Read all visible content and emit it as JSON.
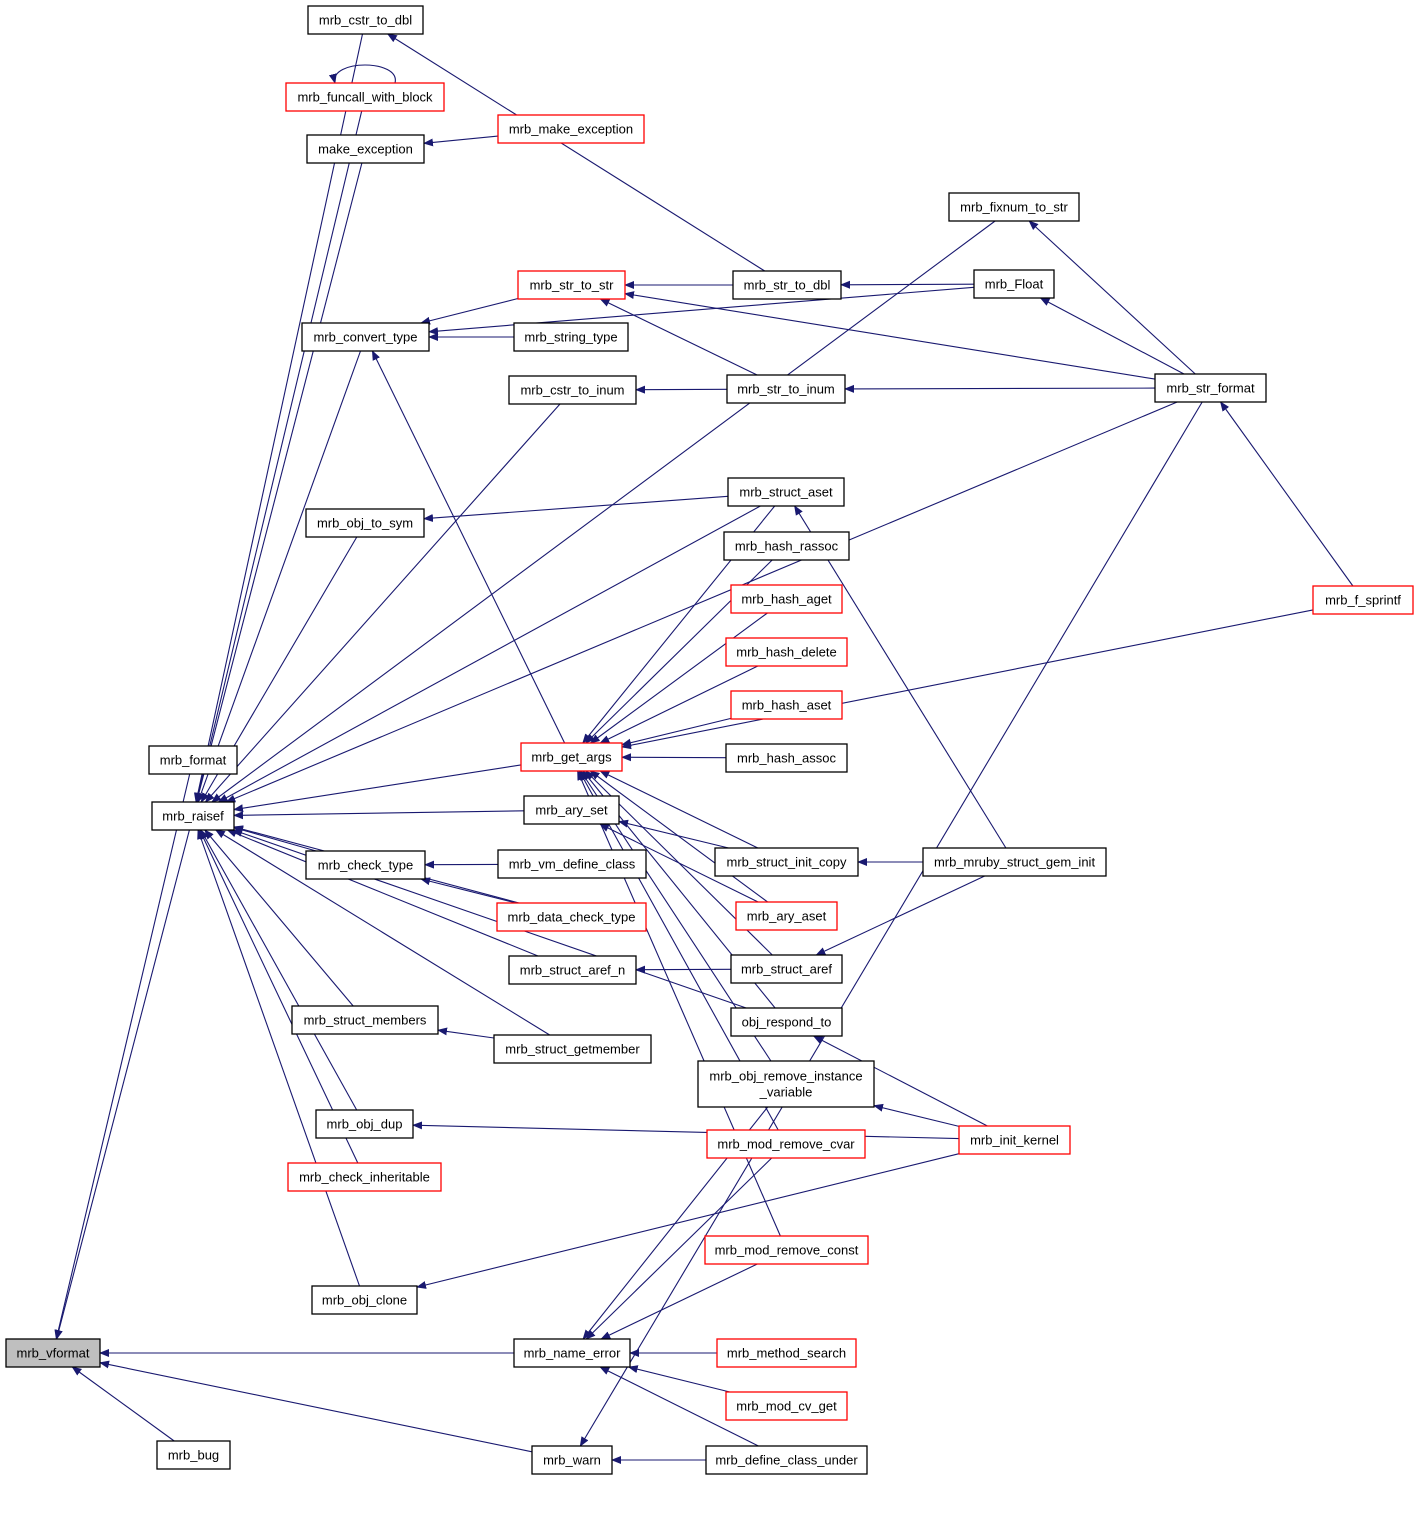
{
  "colors": {
    "edge": "#191970",
    "default_border": "#000000",
    "truncated_border": "#ff0000",
    "focus_fill": "#bfbfbf",
    "node_fill": "#ffffff"
  },
  "nodes": [
    {
      "id": "mrb_vformat",
      "label": "mrb_vformat",
      "focus": true
    },
    {
      "id": "mrb_format",
      "label": "mrb_format"
    },
    {
      "id": "mrb_raisef",
      "label": "mrb_raisef"
    },
    {
      "id": "mrb_bug",
      "label": "mrb_bug"
    },
    {
      "id": "mrb_cstr_to_dbl",
      "label": "mrb_cstr_to_dbl"
    },
    {
      "id": "mrb_funcall_with_block",
      "label": "mrb_funcall_with_block",
      "truncated": true
    },
    {
      "id": "make_exception",
      "label": "make_exception"
    },
    {
      "id": "mrb_convert_type",
      "label": "mrb_convert_type"
    },
    {
      "id": "mrb_obj_to_sym",
      "label": "mrb_obj_to_sym"
    },
    {
      "id": "mrb_check_type",
      "label": "mrb_check_type"
    },
    {
      "id": "mrb_struct_members",
      "label": "mrb_struct_members"
    },
    {
      "id": "mrb_obj_dup",
      "label": "mrb_obj_dup"
    },
    {
      "id": "mrb_check_inheritable",
      "label": "mrb_check_inheritable",
      "truncated": true
    },
    {
      "id": "mrb_obj_clone",
      "label": "mrb_obj_clone"
    },
    {
      "id": "mrb_make_exception",
      "label": "mrb_make_exception",
      "truncated": true
    },
    {
      "id": "mrb_str_to_str",
      "label": "mrb_str_to_str",
      "truncated": true
    },
    {
      "id": "mrb_string_type",
      "label": "mrb_string_type"
    },
    {
      "id": "mrb_cstr_to_inum",
      "label": "mrb_cstr_to_inum"
    },
    {
      "id": "mrb_get_args",
      "label": "mrb_get_args",
      "truncated": true
    },
    {
      "id": "mrb_ary_set",
      "label": "mrb_ary_set"
    },
    {
      "id": "mrb_vm_define_class",
      "label": "mrb_vm_define_class"
    },
    {
      "id": "mrb_data_check_type",
      "label": "mrb_data_check_type",
      "truncated": true
    },
    {
      "id": "mrb_struct_aref_n",
      "label": "mrb_struct_aref_n"
    },
    {
      "id": "mrb_struct_getmember",
      "label": "mrb_struct_getmember"
    },
    {
      "id": "mrb_name_error",
      "label": "mrb_name_error"
    },
    {
      "id": "mrb_warn",
      "label": "mrb_warn"
    },
    {
      "id": "mrb_str_to_dbl",
      "label": "mrb_str_to_dbl"
    },
    {
      "id": "mrb_str_to_inum",
      "label": "mrb_str_to_inum"
    },
    {
      "id": "mrb_struct_aset",
      "label": "mrb_struct_aset"
    },
    {
      "id": "mrb_hash_rassoc",
      "label": "mrb_hash_rassoc"
    },
    {
      "id": "mrb_hash_aget",
      "label": "mrb_hash_aget",
      "truncated": true
    },
    {
      "id": "mrb_hash_delete",
      "label": "mrb_hash_delete",
      "truncated": true
    },
    {
      "id": "mrb_hash_aset",
      "label": "mrb_hash_aset",
      "truncated": true
    },
    {
      "id": "mrb_hash_assoc",
      "label": "mrb_hash_assoc"
    },
    {
      "id": "mrb_struct_init_copy",
      "label": "mrb_struct_init_copy"
    },
    {
      "id": "mrb_ary_aset",
      "label": "mrb_ary_aset",
      "truncated": true
    },
    {
      "id": "mrb_struct_aref",
      "label": "mrb_struct_aref"
    },
    {
      "id": "obj_respond_to",
      "label": "obj_respond_to"
    },
    {
      "id": "mrb_obj_remove_instance_variable",
      "label": "mrb_obj_remove_instance\n_variable"
    },
    {
      "id": "mrb_mod_remove_cvar",
      "label": "mrb_mod_remove_cvar",
      "truncated": true
    },
    {
      "id": "mrb_mod_remove_const",
      "label": "mrb_mod_remove_const",
      "truncated": true
    },
    {
      "id": "mrb_method_search",
      "label": "mrb_method_search",
      "truncated": true
    },
    {
      "id": "mrb_mod_cv_get",
      "label": "mrb_mod_cv_get",
      "truncated": true
    },
    {
      "id": "mrb_define_class_under",
      "label": "mrb_define_class_under"
    },
    {
      "id": "mrb_fixnum_to_str",
      "label": "mrb_fixnum_to_str"
    },
    {
      "id": "mrb_Float",
      "label": "mrb_Float"
    },
    {
      "id": "mrb_str_format",
      "label": "mrb_str_format"
    },
    {
      "id": "mrb_mruby_struct_gem_init",
      "label": "mrb_mruby_struct_gem_init"
    },
    {
      "id": "mrb_init_kernel",
      "label": "mrb_init_kernel",
      "truncated": true
    },
    {
      "id": "mrb_f_sprintf",
      "label": "mrb_f_sprintf",
      "truncated": true
    }
  ],
  "edges": [
    [
      "mrb_format",
      "mrb_vformat"
    ],
    [
      "mrb_raisef",
      "mrb_vformat"
    ],
    [
      "mrb_bug",
      "mrb_vformat"
    ],
    [
      "mrb_name_error",
      "mrb_vformat"
    ],
    [
      "mrb_warn",
      "mrb_vformat"
    ],
    [
      "mrb_cstr_to_dbl",
      "mrb_raisef"
    ],
    [
      "mrb_funcall_with_block",
      "mrb_raisef"
    ],
    [
      "make_exception",
      "mrb_raisef"
    ],
    [
      "mrb_convert_type",
      "mrb_raisef"
    ],
    [
      "mrb_obj_to_sym",
      "mrb_raisef"
    ],
    [
      "mrb_check_type",
      "mrb_raisef"
    ],
    [
      "mrb_struct_members",
      "mrb_raisef"
    ],
    [
      "mrb_obj_dup",
      "mrb_raisef"
    ],
    [
      "mrb_check_inheritable",
      "mrb_raisef"
    ],
    [
      "mrb_obj_clone",
      "mrb_raisef"
    ],
    [
      "mrb_fixnum_to_str",
      "mrb_raisef"
    ],
    [
      "mrb_cstr_to_inum",
      "mrb_raisef"
    ],
    [
      "mrb_str_format",
      "mrb_raisef"
    ],
    [
      "mrb_struct_aset",
      "mrb_raisef"
    ],
    [
      "mrb_get_args",
      "mrb_raisef"
    ],
    [
      "mrb_ary_set",
      "mrb_raisef"
    ],
    [
      "mrb_data_check_type",
      "mrb_raisef"
    ],
    [
      "mrb_struct_aref_n",
      "mrb_raisef"
    ],
    [
      "mrb_struct_getmember",
      "mrb_raisef"
    ],
    [
      "obj_respond_to",
      "mrb_raisef"
    ],
    [
      "mrb_funcall_with_block",
      "mrb_funcall_with_block"
    ],
    [
      "mrb_make_exception",
      "make_exception"
    ],
    [
      "mrb_str_to_dbl",
      "mrb_cstr_to_dbl"
    ],
    [
      "mrb_str_to_str",
      "mrb_convert_type"
    ],
    [
      "mrb_string_type",
      "mrb_convert_type"
    ],
    [
      "mrb_Float",
      "mrb_convert_type"
    ],
    [
      "mrb_get_args",
      "mrb_convert_type"
    ],
    [
      "mrb_str_to_inum",
      "mrb_cstr_to_inum"
    ],
    [
      "mrb_str_to_dbl",
      "mrb_str_to_str"
    ],
    [
      "mrb_str_to_inum",
      "mrb_str_to_str"
    ],
    [
      "mrb_str_format",
      "mrb_str_to_str"
    ],
    [
      "mrb_Float",
      "mrb_str_to_dbl"
    ],
    [
      "mrb_str_format",
      "mrb_str_to_inum"
    ],
    [
      "mrb_str_format",
      "mrb_fixnum_to_str"
    ],
    [
      "mrb_str_format",
      "mrb_Float"
    ],
    [
      "mrb_f_sprintf",
      "mrb_str_format"
    ],
    [
      "mrb_struct_aset",
      "mrb_obj_to_sym"
    ],
    [
      "mrb_mruby_struct_gem_init",
      "mrb_struct_aset"
    ],
    [
      "mrb_struct_aset",
      "mrb_get_args"
    ],
    [
      "mrb_hash_rassoc",
      "mrb_get_args"
    ],
    [
      "mrb_hash_aget",
      "mrb_get_args"
    ],
    [
      "mrb_hash_delete",
      "mrb_get_args"
    ],
    [
      "mrb_hash_aset",
      "mrb_get_args"
    ],
    [
      "mrb_hash_assoc",
      "mrb_get_args"
    ],
    [
      "mrb_struct_init_copy",
      "mrb_get_args"
    ],
    [
      "mrb_ary_aset",
      "mrb_get_args"
    ],
    [
      "mrb_struct_aref",
      "mrb_get_args"
    ],
    [
      "obj_respond_to",
      "mrb_get_args"
    ],
    [
      "mrb_obj_remove_instance_variable",
      "mrb_get_args"
    ],
    [
      "mrb_mod_remove_cvar",
      "mrb_get_args"
    ],
    [
      "mrb_mod_remove_const",
      "mrb_get_args"
    ],
    [
      "mrb_f_sprintf",
      "mrb_get_args"
    ],
    [
      "mrb_struct_init_copy",
      "mrb_ary_set"
    ],
    [
      "mrb_ary_aset",
      "mrb_ary_set"
    ],
    [
      "mrb_vm_define_class",
      "mrb_check_type"
    ],
    [
      "mrb_data_check_type",
      "mrb_check_type"
    ],
    [
      "mrb_struct_aref",
      "mrb_struct_aref_n"
    ],
    [
      "mrb_mruby_struct_gem_init",
      "mrb_struct_init_copy"
    ],
    [
      "mrb_mruby_struct_gem_init",
      "mrb_struct_aref"
    ],
    [
      "mrb_struct_getmember",
      "mrb_struct_members"
    ],
    [
      "mrb_init_kernel",
      "mrb_obj_dup"
    ],
    [
      "mrb_init_kernel",
      "mrb_obj_clone"
    ],
    [
      "mrb_init_kernel",
      "obj_respond_to"
    ],
    [
      "mrb_init_kernel",
      "mrb_obj_remove_instance_variable"
    ],
    [
      "mrb_obj_remove_instance_variable",
      "mrb_name_error"
    ],
    [
      "mrb_mod_remove_cvar",
      "mrb_name_error"
    ],
    [
      "mrb_mod_remove_const",
      "mrb_name_error"
    ],
    [
      "mrb_method_search",
      "mrb_name_error"
    ],
    [
      "mrb_mod_cv_get",
      "mrb_name_error"
    ],
    [
      "mrb_define_class_under",
      "mrb_name_error"
    ],
    [
      "mrb_define_class_under",
      "mrb_warn"
    ],
    [
      "mrb_str_format",
      "mrb_warn"
    ]
  ]
}
